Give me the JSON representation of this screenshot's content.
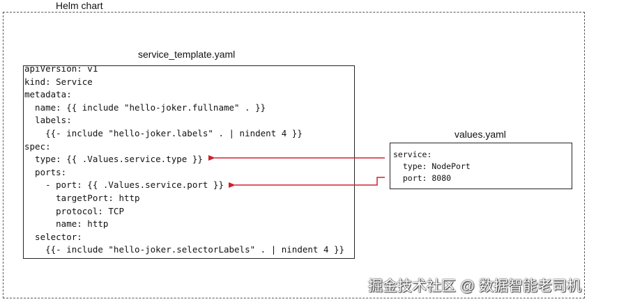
{
  "chart_title": "Helm chart",
  "template": {
    "title": "service_template.yaml",
    "lines": [
      "apiVersion: v1",
      "kind: Service",
      "metadata:",
      "  name: {{ include \"hello-joker.fullname\" . }}",
      "  labels:",
      "    {{- include \"hello-joker.labels\" . | nindent 4 }}",
      "spec:",
      "  type: {{ .Values.service.type }}",
      "  ports:",
      "    - port: {{ .Values.service.port }}",
      "      targetPort: http",
      "      protocol: TCP",
      "      name: http",
      "  selector:",
      "    {{- include \"hello-joker.selectorLabels\" . | nindent 4 }}"
    ]
  },
  "values": {
    "title": "values.yaml",
    "lines": [
      "service:",
      "  type: NodePort",
      "  port: 8080"
    ]
  },
  "watermark": "掘金技术社区 @ 数据智能老司机",
  "colors": {
    "arrow": "#d0202e",
    "border": "#222222",
    "dashed_border": "#555555"
  }
}
